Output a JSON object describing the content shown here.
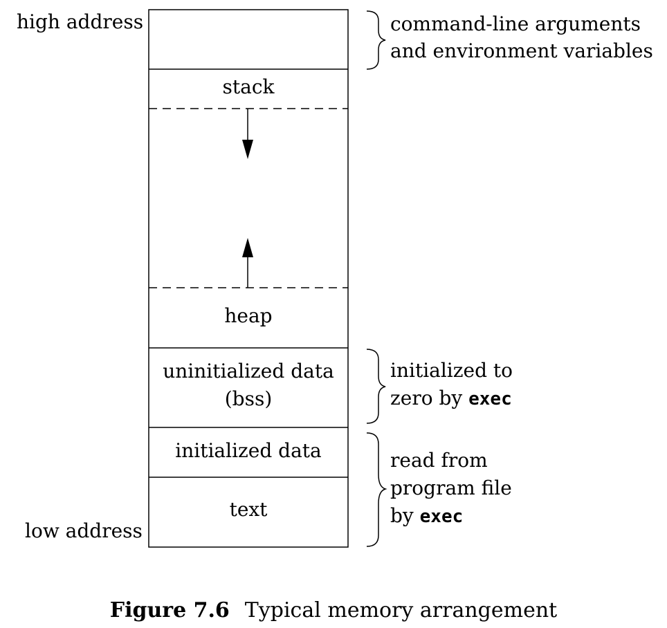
{
  "labels": {
    "high_address": "high address",
    "low_address": "low address"
  },
  "segments": {
    "stack": "stack",
    "heap": "heap",
    "bss_line1": "uninitialized data",
    "bss_line2": "(bss)",
    "data": "initialized data",
    "text": "text"
  },
  "annotations": {
    "args_line1": "command-line arguments",
    "args_line2": "and environment variables",
    "bss_line1": "initialized to",
    "bss_line2_prefix": "zero by ",
    "bss_line2_code": "exec",
    "file_line1": "read from",
    "file_line2": "program file",
    "file_line3_prefix": "by ",
    "file_line3_code": "exec"
  },
  "caption": {
    "figure": "Figure 7.6",
    "title": "Typical memory arrangement"
  }
}
